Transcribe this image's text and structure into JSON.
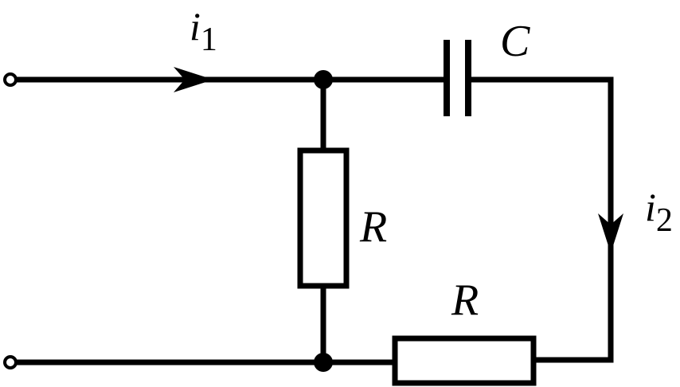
{
  "labels": {
    "i1_symbol": "i",
    "i1_subscript": "1",
    "i2_symbol": "i",
    "i2_subscript": "2",
    "capacitor": "C",
    "resistor_vertical": "R",
    "resistor_horizontal": "R"
  },
  "colors": {
    "line": "#000000",
    "background": "#ffffff"
  }
}
